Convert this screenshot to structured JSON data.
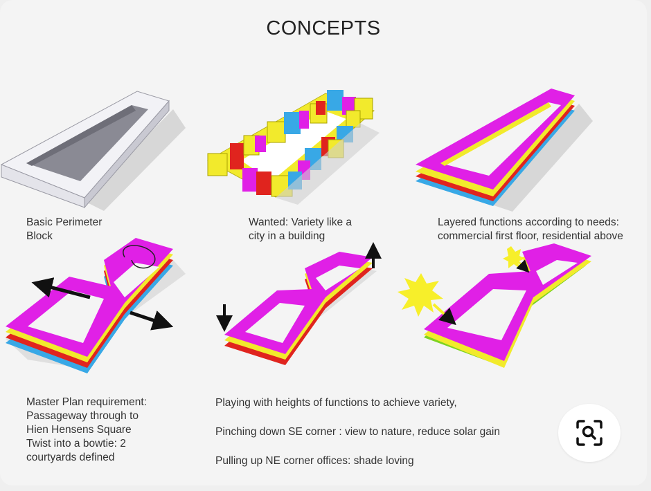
{
  "title": "CONCEPTS",
  "captions": {
    "c1": [
      "Basic Perimeter",
      "Block"
    ],
    "c2": [
      "Wanted: Variety like a",
      "city in a building"
    ],
    "c3": [
      "Layered functions according to needs:",
      "commercial first floor, residential above"
    ],
    "c4": [
      "Master Plan requirement:",
      "Passageway through to",
      "Hien Hensens Square",
      "Twist into a bowtie: 2",
      "courtyards defined"
    ],
    "c5a": "Playing with heights of functions to achieve variety,",
    "c5b": "Pinching down SE corner : view to nature, reduce solar gain",
    "c5c": "Pulling up  NE corner offices: shade loving"
  },
  "colors": {
    "magenta": "#e020e6",
    "yellow": "#f2ea2c",
    "red": "#e0241e",
    "blue": "#38a8e6",
    "green": "#7ed321",
    "sun": "#f7ef2a"
  },
  "icons": {
    "visual_search": "visual-search-icon"
  }
}
